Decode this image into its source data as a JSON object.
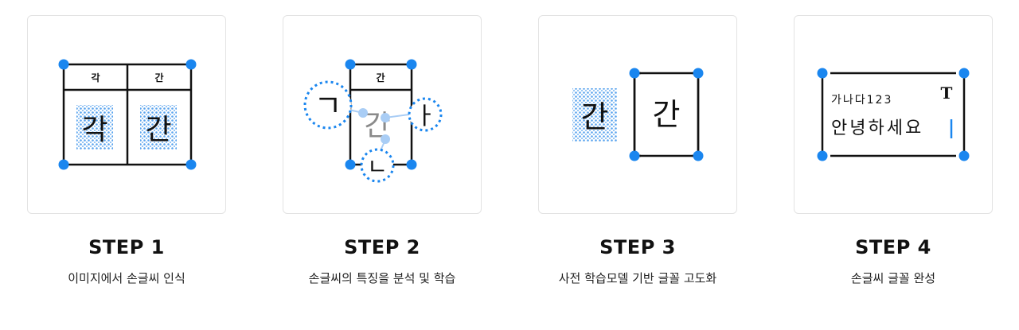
{
  "steps": [
    {
      "title": "STEP 1",
      "desc": "이미지에서 손글씨 인식",
      "header_cells": [
        "각",
        "간"
      ],
      "handwriting": [
        "각",
        "간"
      ]
    },
    {
      "title": "STEP 2",
      "desc": "손글씨의 특징을 분석 및 학습",
      "header_cell": "간",
      "parts": [
        "ㄱ",
        "ㅏ",
        "ㄴ"
      ],
      "center_char": "간"
    },
    {
      "title": "STEP 3",
      "desc": "사전 학습모델 기반 글꼴 고도화",
      "handwriting": "간",
      "font_char": "간"
    },
    {
      "title": "STEP 4",
      "desc": "손글씨 글꼴 완성",
      "sample_line1": "가나다123",
      "sample_line2": "안녕하세요",
      "type_icon": "T"
    }
  ],
  "colors": {
    "accent": "#1a86ef",
    "texture": "#6fb0f2",
    "node_light": "#a9cdf5",
    "line": "#111111"
  }
}
